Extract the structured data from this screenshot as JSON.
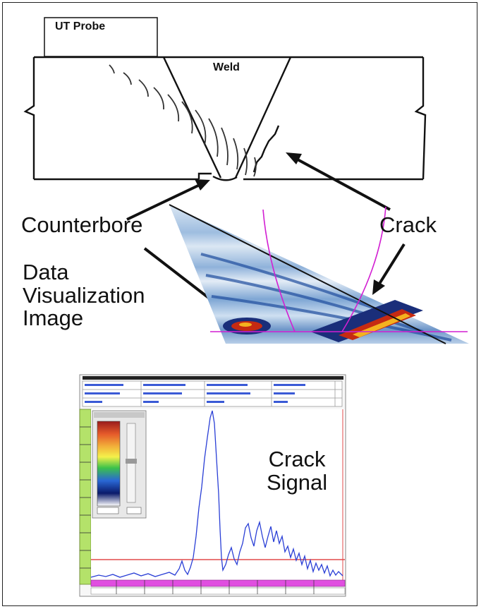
{
  "diagram": {
    "probe_label": "UT Probe",
    "weld_label": "Weld",
    "counterbore_label": "Counterbore",
    "crack_label": "Crack",
    "dvi_label_lines": [
      "Data",
      "Visualization",
      "Image"
    ],
    "crack_signal_lines": [
      "Crack",
      "Signal"
    ]
  },
  "colors": {
    "outline": "#111111",
    "scan_bg": "#c9dcef",
    "scan_band": "#1f4d9e",
    "scan_hot": "#c62a12",
    "magenta": "#d21fd2",
    "signal": "#2a3fd6",
    "threshold": "#e24a4a",
    "axis_green": "#b4e26a",
    "axis_magenta": "#e04ee0"
  },
  "icons": [
    "probe-icon",
    "weld-cross-section-icon",
    "scan-image-icon",
    "palette-icon"
  ]
}
